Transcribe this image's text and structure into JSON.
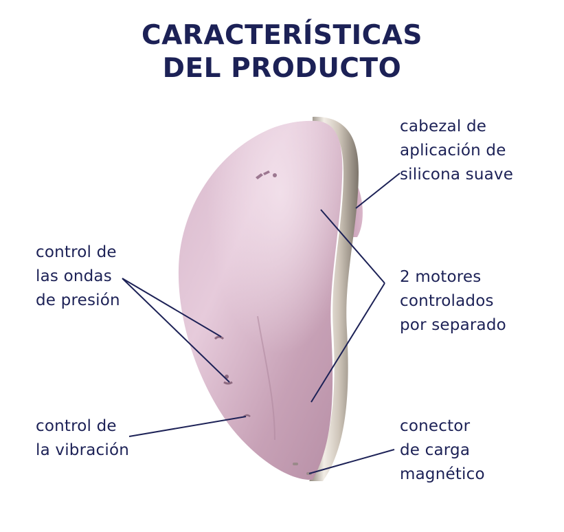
{
  "header": {
    "title_line1": "CARACTERÍSTICAS",
    "title_line2": "DEL PRODUCTO"
  },
  "colors": {
    "text": "#1c2156",
    "product_body": "#c9a3b9",
    "product_highlight": "#ead3e0",
    "chrome_rim": "#d9d2c8",
    "leader_line": "#1c2156",
    "background": "#ffffff"
  },
  "product": {
    "name": "pressure-wave stimulator device",
    "logo_icon": "brand-logo-icon"
  },
  "features": [
    {
      "id": "silicone-head",
      "lines": [
        "cabezal de",
        "aplicación de",
        "silicona suave"
      ],
      "side": "right"
    },
    {
      "id": "pressure-wave-control",
      "lines": [
        "control de",
        "las ondas",
        "de presión"
      ],
      "side": "left"
    },
    {
      "id": "dual-motors",
      "lines": [
        "2 motores",
        "controlados",
        "por separado"
      ],
      "side": "right"
    },
    {
      "id": "vibration-control",
      "lines": [
        "control de",
        "la vibración"
      ],
      "side": "left"
    },
    {
      "id": "magnetic-charger",
      "lines": [
        "conector",
        "de carga",
        "magnético"
      ],
      "side": "right"
    }
  ]
}
